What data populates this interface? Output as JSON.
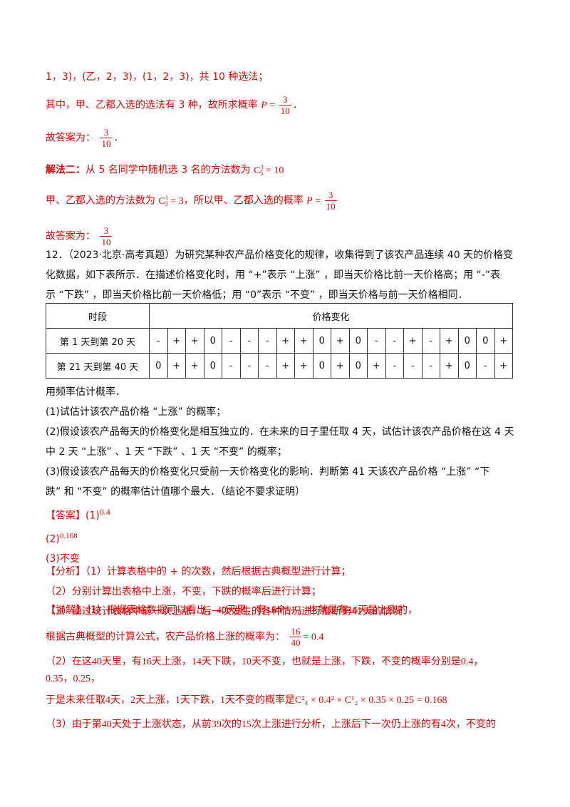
{
  "top": {
    "line1": "1，3)，(乙，2，3)，(1，2，3)，共 10 种选法；",
    "line2_pre": "其中，甲、乙都入选的选法有 3 种，故所求概率",
    "line2_var": "P",
    "line2_num": "3",
    "line2_den": "10",
    "answer1_pre": "故答案为：",
    "answer1_num": "3",
    "answer1_den": "10",
    "method2_label": "解法二：",
    "method2_text": "从 5 名同学中随机选 3 名的方法数为",
    "method2_formula": "C",
    "method2_sup": "3",
    "method2_sub": "5",
    "method2_eq": "= 10",
    "line5_pre": "甲、乙都入选的方法数为",
    "line5_formula_sup": "1",
    "line5_formula_sub": "3",
    "line5_eq": "= 3",
    "line5_mid": "，所以甲、乙都入选的概率",
    "line5_var": "P",
    "line5_num": "3",
    "line5_den": "10",
    "answer2_pre": "故答案为：",
    "answer2_num": "3",
    "answer2_den": "10"
  },
  "problem": {
    "number": "12．",
    "stem_1": "（2023·北京·高考真题）为研究某种农产品价格变化的规律，收集得到了该农产品连续 40 天的价格变",
    "stem_2": "化数据，如下表所示．在描述价格变化时，用 “+”表示 “上涨” ，即当天价格比前一天价格高；用 “-”表",
    "stem_3": "示 “下跌” ，即当天价格比前一天价格低；用 “0”表示 “不变” ，即当天价格与前一天价格相同．"
  },
  "table": {
    "header_col": "时段",
    "header_val": "价格变化",
    "rows": [
      {
        "label": "第 1 天到第 20 天",
        "cells": [
          "-",
          "+",
          "+",
          "0",
          "-",
          "-",
          "-",
          "+",
          "+",
          "0",
          "+",
          "0",
          "-",
          "-",
          "+",
          "-",
          "+",
          "0",
          "0",
          "+"
        ]
      },
      {
        "label": "第 21 天到第 40 天",
        "cells": [
          "0",
          "+",
          "+",
          "0",
          "-",
          "-",
          "-",
          "+",
          "+",
          "0",
          "+",
          "0",
          "+",
          "-",
          "-",
          "-",
          "+",
          "0",
          "-",
          "+"
        ]
      }
    ]
  },
  "questions": {
    "intro": "用频率估计概率．",
    "q1": "(1)试估计该农产品价格 “上涨” 的概率；",
    "q2a": "(2)假设该农产品每天的价格变化是相互独立的．在未来的日子里任取 4 天，试估计该农产品价格在这 4 天",
    "q2b": "中 2 天 “上涨” 、1 天 “下跌” 、1 天 “不变” 的概率；",
    "q3a": "(3)假设该农产品每天的价格变化只受前一天价格变化的影响．判断第 41 天该农产品价格 “上涨” “下",
    "q3b": "跌” 和 “不变” 的概率估计值哪个最大．（结论不要求证明）"
  },
  "answer": {
    "label": "【答案】",
    "a1_pre": "(1)",
    "a1_val": "0.4",
    "a2_pre": "(2)",
    "a2_val": "0.168",
    "a3": "(3)不变"
  },
  "analysis": {
    "label": "【分析】",
    "l1": "（1）计算表格中的 + 的次数，然后根据古典概型进行计算；",
    "l2": "（2）分别计算出表格中上涨，不变，下跌的概率后进行计算；",
    "l3_pre": "（3）通过统计表格中前一次上涨，后一次发生的各种情况进行推断第",
    "l3_num": "41",
    "l3_post": "天的情况．"
  },
  "detail": {
    "label": "【详解】",
    "l1_a": "（1）根据表格数据可以看出，",
    "l1_n1": "40",
    "l1_b": "天里，有",
    "l1_n2": "16",
    "l1_c": "个 +，也就是有",
    "l1_n3": "16",
    "l1_d": "天是上涨的，",
    "l2_pre": "根据古典概型的计算公式，农产品价格上涨的概率为：",
    "l2_num": "16",
    "l2_den": "40",
    "l2_eq": "= 0.4",
    "l3_a": "（2）在这",
    "l3_n1": "40",
    "l3_b": "天里，有",
    "l3_n2": "16",
    "l3_c": "天上涨，",
    "l3_n3": "14",
    "l3_d": "天下跌，",
    "l3_n4": "10",
    "l3_e": "天不变，也就是上涨，下跌，不变的概率分别是",
    "l3_n5": "0.4",
    "l3_f": "，",
    "l4_a": "0.35",
    "l4_b": "，",
    "l4_c": "0.25",
    "l4_d": "，",
    "l5_a": "于是未来任取",
    "l5_n1": "4",
    "l5_b": "天，",
    "l5_n2": "2",
    "l5_c": "天上涨，",
    "l5_n3": "1",
    "l5_d": "天下跌，",
    "l5_n4": "1",
    "l5_e": "天不变的概率是",
    "l5_formula": "C²₄ × 0.4² × C¹₂ × 0.35 × 0.25 = 0.168",
    "l6_a": "（3）由于第",
    "l6_n1": "40",
    "l6_b": "天处于上涨状态，从前",
    "l6_n2": "39",
    "l6_c": "次的",
    "l6_n3": "15",
    "l6_d": "次上涨进行分析，上涨后下一次仍上涨的有",
    "l6_n4": "4",
    "l6_e": "次，不变的"
  }
}
